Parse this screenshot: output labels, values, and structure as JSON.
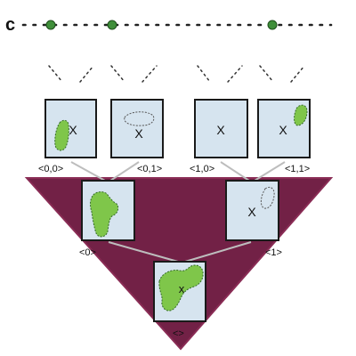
{
  "top_letter": "c",
  "colors": {
    "triangle_fill": "#722146",
    "triangle_stroke": "#8a2c55",
    "box_fill": "#d6e4ef",
    "box_stroke": "#1a1a1a",
    "blob_fill": "#7fc64a",
    "blob_stroke": "#356b2a",
    "dot_fill": "#3f8f3a",
    "connector": "#bdbdbd"
  },
  "boxes": [
    {
      "id": "b00",
      "label": "<0,0>",
      "mark": "X"
    },
    {
      "id": "b01",
      "label": "<0,1>",
      "mark": "X"
    },
    {
      "id": "b10",
      "label": "<1,0>",
      "mark": "X"
    },
    {
      "id": "b11",
      "label": "<1,1>",
      "mark": "X"
    },
    {
      "id": "b0",
      "label": "<0>",
      "mark": ""
    },
    {
      "id": "b1",
      "label": "<1>",
      "mark": "X"
    },
    {
      "id": "broot",
      "label": "<>",
      "mark": "x"
    }
  ]
}
